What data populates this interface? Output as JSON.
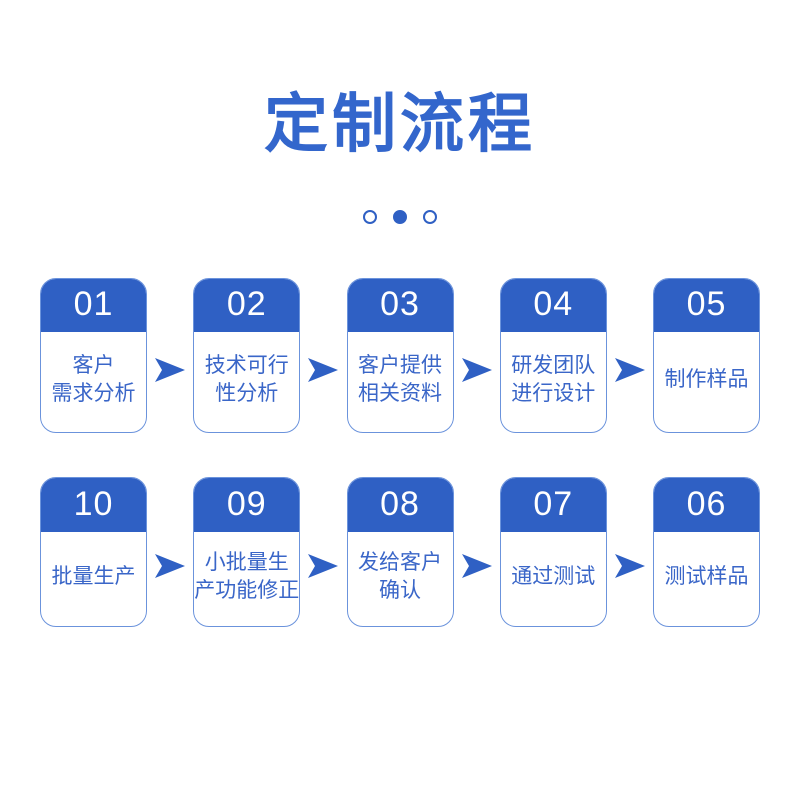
{
  "page": {
    "background_color": "#FFFFFF",
    "title": "定制流程",
    "title_color": "#3366CC",
    "accent_color": "#2F60C4",
    "body_text_color": "#3A66C8",
    "card_border_color": "#6B93DC"
  },
  "carousel": {
    "dots": [
      {
        "name": "dot-1",
        "active": false
      },
      {
        "name": "dot-2",
        "active": true
      },
      {
        "name": "dot-3",
        "active": false
      }
    ],
    "active_index": 1
  },
  "flow": {
    "row1": {
      "arrow_icon": "arrow-right-icon",
      "steps": [
        {
          "number": "01",
          "lines": [
            "客户",
            "需求分析"
          ]
        },
        {
          "number": "02",
          "lines": [
            "技术可行",
            "性分析"
          ]
        },
        {
          "number": "03",
          "lines": [
            "客户提供",
            "相关资料"
          ]
        },
        {
          "number": "04",
          "lines": [
            "研发团队",
            "进行设计"
          ]
        },
        {
          "number": "05",
          "lines": [
            "制作样品"
          ]
        }
      ]
    },
    "row2": {
      "arrow_icon": "arrow-right-icon",
      "steps": [
        {
          "number": "10",
          "lines": [
            "批量生产"
          ]
        },
        {
          "number": "09",
          "lines": [
            "小批量生",
            "产功能修正"
          ]
        },
        {
          "number": "08",
          "lines": [
            "发给客户",
            "确认"
          ]
        },
        {
          "number": "07",
          "lines": [
            "通过测试"
          ]
        },
        {
          "number": "06",
          "lines": [
            "测试样品"
          ]
        }
      ]
    }
  }
}
